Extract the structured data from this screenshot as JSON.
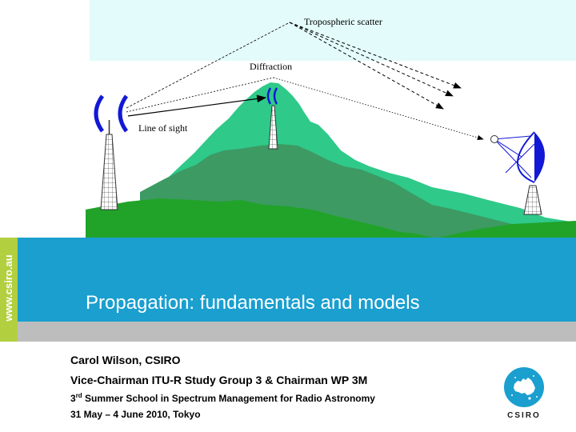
{
  "diagram": {
    "labels": {
      "tropospheric_scatter": "Tropospheric scatter",
      "diffraction": "Diffraction",
      "line_of_sight": "Line of sight"
    }
  },
  "sidebar": {
    "url": "www.csiro.au"
  },
  "slide": {
    "title": "Propagation: fundamentals and models",
    "author": "Carol Wilson, CSIRO",
    "role": "Vice-Chairman ITU-R Study Group 3 & Chairman WP 3M",
    "school": {
      "ordinal": "3",
      "suffix": "rd",
      "text": " Summer School in Spectrum Management for Radio Astronomy"
    },
    "date": "31 May – 4 June 2010, Tokyo"
  },
  "logo": {
    "text": "CSIRO"
  },
  "colors": {
    "sky": "#e3fbfa",
    "mountain_light": "#2fc98a",
    "mountain_dark": "#3d9a63",
    "ground": "#21a329",
    "title_band": "#1a9fcf",
    "side_strip": "#b2cf3f",
    "antenna_blue": "#1118d6"
  }
}
